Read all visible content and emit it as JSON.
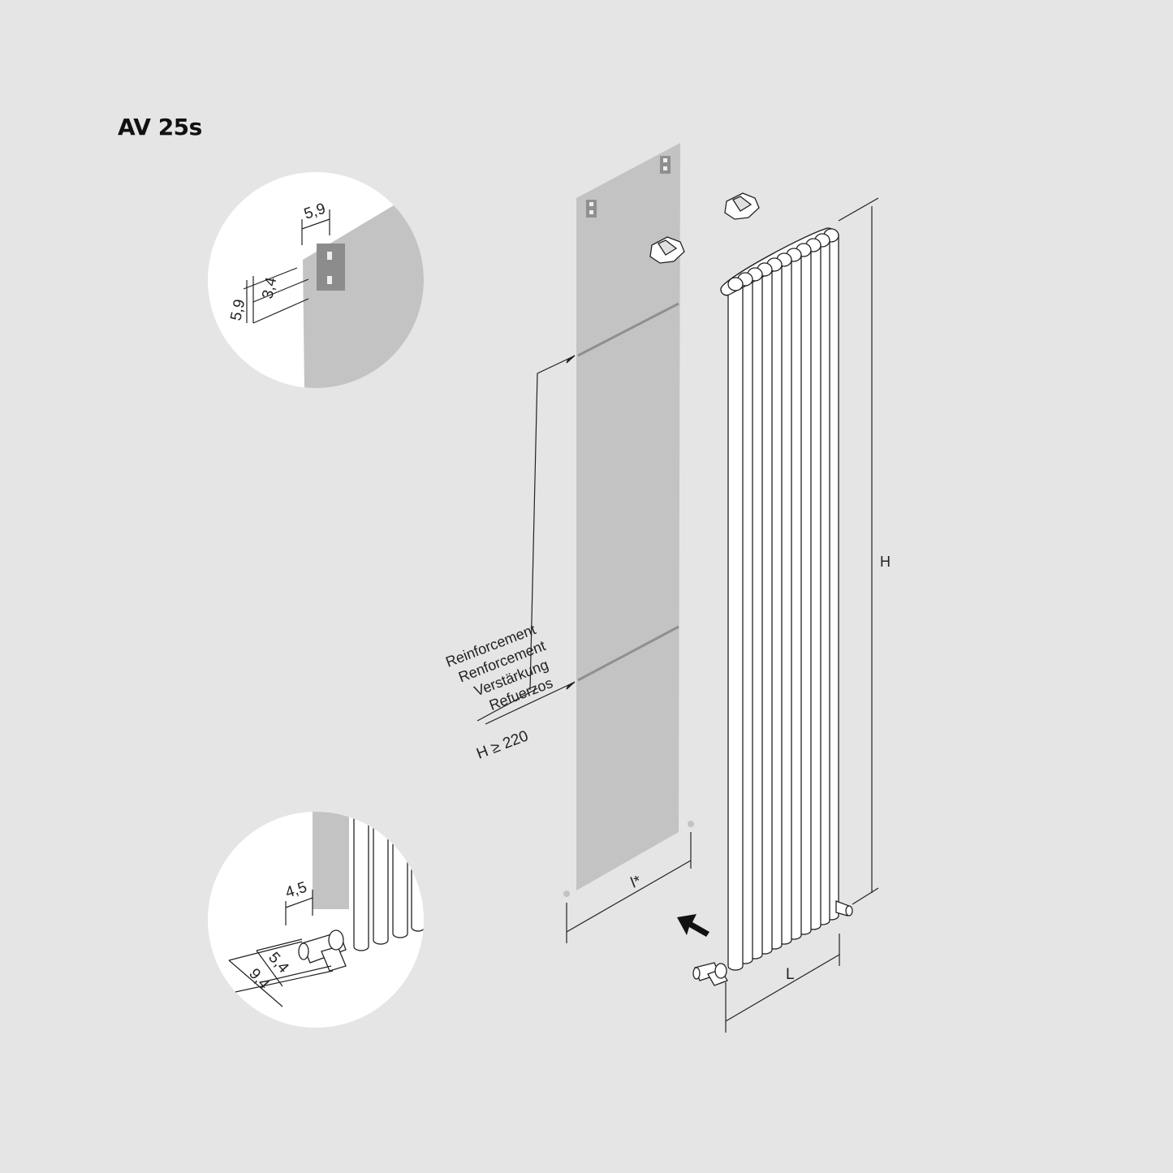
{
  "title": "AV 25s",
  "detail_top": {
    "width_label": "5,9",
    "height_outer_label": "5,9",
    "height_inner_label": "3,4"
  },
  "detail_bottom": {
    "offset_label": "4,5",
    "inner_label": "5,4",
    "outer_label": "9,4"
  },
  "reinforcement": {
    "languages": [
      "Reinforcement",
      "Renforcement",
      "Verstärkung",
      "Refuerzos"
    ],
    "condition": "H ≥ 220"
  },
  "dimensions": {
    "height": "H",
    "length": "L",
    "mount_width": "l*"
  },
  "colors": {
    "background": "#e5e5e5",
    "panel": "#c3c3c3",
    "line": "#222222",
    "circle": "#ffffff"
  }
}
